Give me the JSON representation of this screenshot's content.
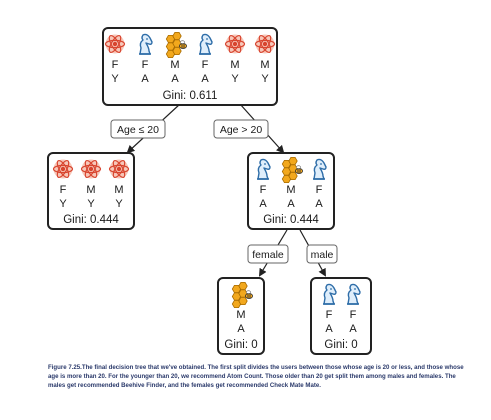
{
  "colors": {
    "atom_red": "#d8452f",
    "atom_fill": "#f7c7b9",
    "horse_blue": "#2e6da8",
    "horse_fill": "#dfeefb",
    "hive_gold": "#f2a81d",
    "hive_dark": "#333333",
    "box_stroke": "#222222",
    "caption_color": "#2b3a6b"
  },
  "icons": {
    "atom": "atom-count-icon",
    "horse": "check-mate-mate-icon",
    "hive": "beehive-finder-icon"
  },
  "tree": {
    "root": {
      "icons": [
        "atom",
        "horse",
        "hive",
        "horse",
        "atom",
        "atom"
      ],
      "gender": [
        "F",
        "F",
        "M",
        "F",
        "M",
        "M"
      ],
      "age": [
        "Y",
        "A",
        "A",
        "A",
        "Y",
        "Y"
      ],
      "gini": "Gini: 0.611"
    },
    "edge_left": "Age ≤ 20",
    "edge_right": "Age > 20",
    "left": {
      "icons": [
        "atom",
        "atom",
        "atom"
      ],
      "gender": [
        "F",
        "M",
        "M"
      ],
      "age": [
        "Y",
        "Y",
        "Y"
      ],
      "gini": "Gini: 0.444"
    },
    "right": {
      "icons": [
        "horse",
        "hive",
        "horse"
      ],
      "gender": [
        "F",
        "M",
        "F"
      ],
      "age": [
        "A",
        "A",
        "A"
      ],
      "gini": "Gini: 0.444"
    },
    "edge_female": "female",
    "edge_male": "male",
    "female_leaf": {
      "icons": [
        "hive"
      ],
      "gender": [
        "M"
      ],
      "age": [
        "A"
      ],
      "gini": "Gini: 0"
    },
    "male_leaf": {
      "icons": [
        "horse",
        "horse"
      ],
      "gender": [
        "F",
        "F"
      ],
      "age": [
        "A",
        "A"
      ],
      "gini": "Gini: 0"
    }
  },
  "caption": "Figure 7.25.The final decision tree that we've obtained. The first split divides the users between those whose age is 20 or less, and those whose age is more than 20. For the younger than 20, we recommend Atom Count. Those older than 20 get split them among males and females. The males get recommended Beehive Finder, and the females get recommended Check Mate Mate."
}
